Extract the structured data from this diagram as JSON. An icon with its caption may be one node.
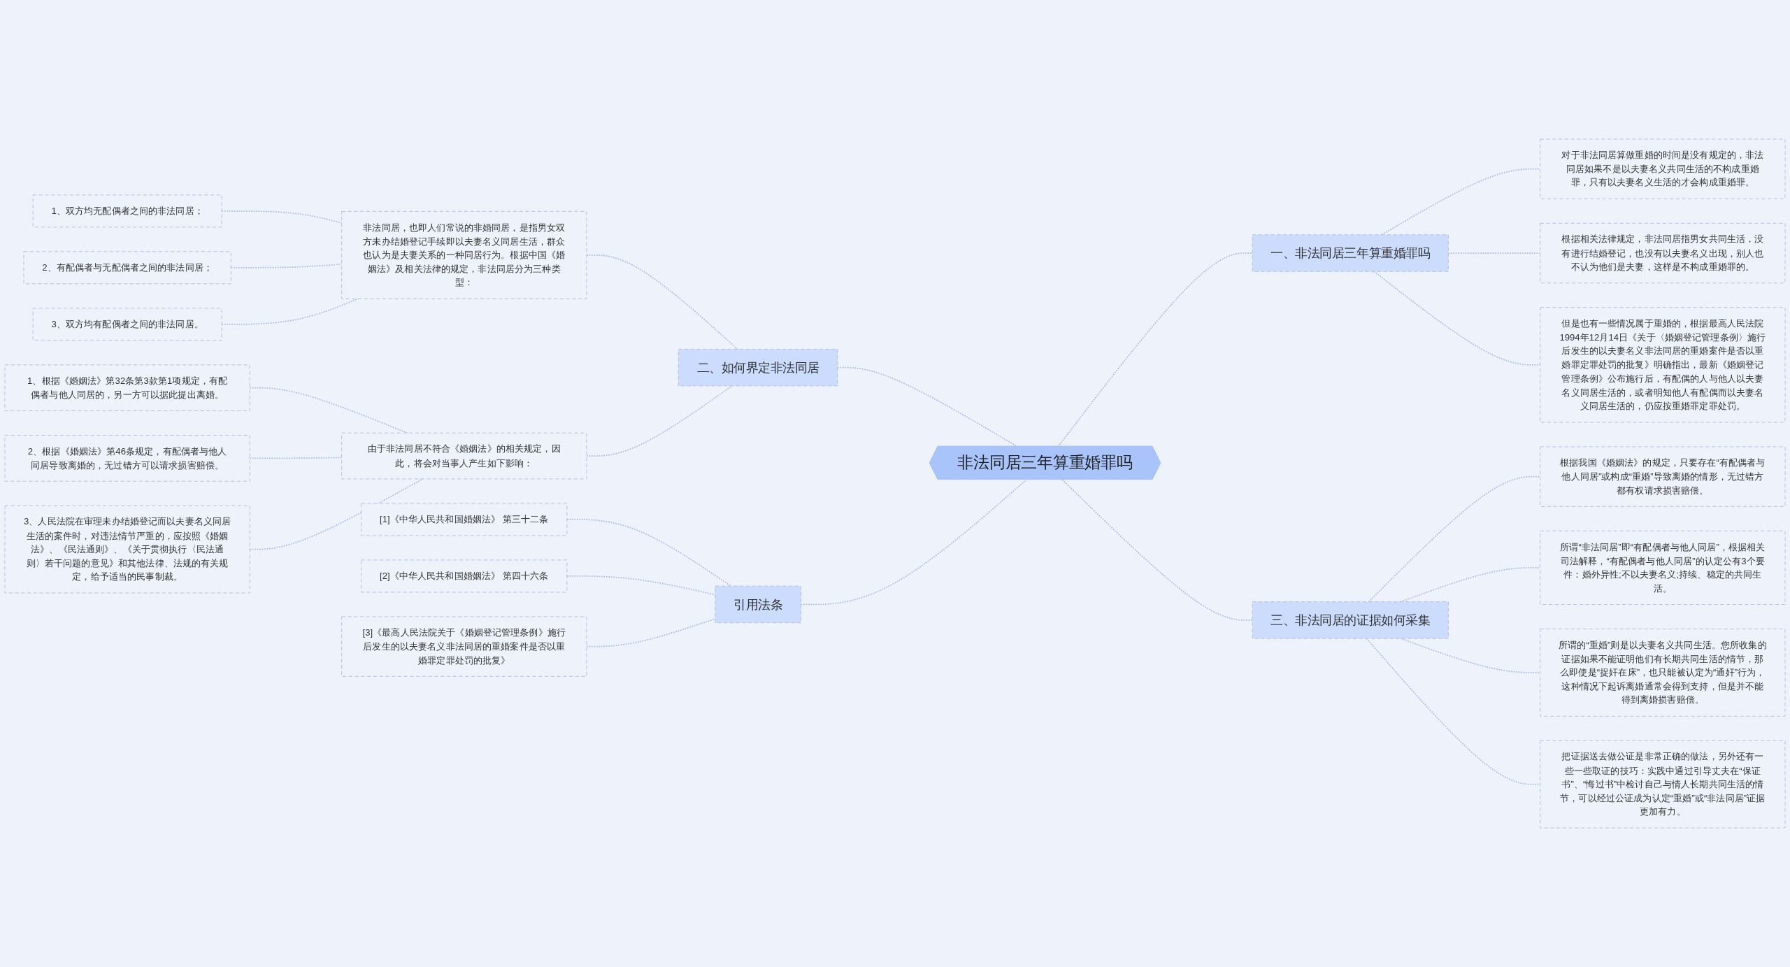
{
  "diagram": {
    "nodes": [
      {
        "text": [
          "非法同居三年算重婚罪吗"
        ]
      },
      {
        "text": [
          "二、如何界定非法同居"
        ]
      },
      {
        "text": [
          "非法同居，也即人们常说的非婚同居，是指男女双方未办结婚登记手续即以夫妻名义同居生活，群众也认为是夫妻关系的一种同居行为。根据中国《婚姻法》及相关法律的规定，非法同居分为三种类型："
        ]
      },
      {
        "text": [
          "1、双方均无配偶者之间的非法同居；"
        ]
      },
      {
        "text": [
          "2、有配偶者与无配偶者之间的非法同居；"
        ]
      },
      {
        "text": [
          "3、双方均有配偶者之间的非法同居。"
        ]
      },
      {
        "text": [
          "由于非法同居不符合《婚姻法》的相关规定，因此，将会对当事人产生如下影响："
        ]
      },
      {
        "text": [
          "1、根据《婚姻法》第32条第3款第1项规定，有配偶者与他人同居的，另一方可以据此提出离婚。"
        ]
      },
      {
        "text": [
          "2、根据《婚姻法》第46条规定，有配偶者与他人同居导致离婚的，无过错方可以请求损害赔偿。"
        ]
      },
      {
        "text": [
          "3、人民法院在审理未办结婚登记而以夫妻名义同居生活的案件时，对违法情节严重的，应按照《婚姻法》、《民法通则》、《关于贯彻执行〈民法通则〉若干问题的意见》和其他法律、法规的有关规定，给予适当的民事制裁。"
        ]
      },
      {
        "text": [
          "引用法条"
        ]
      },
      {
        "text": [
          "[1]《中华人民共和国婚姻法》 第三十二条"
        ]
      },
      {
        "text": [
          "[2]《中华人民共和国婚姻法》 第四十六条"
        ]
      },
      {
        "text": [
          "[3]《最高人民法院关于《婚姻登记管理条例》施行后发生的以夫妻名义非法同居的重婚案件是否以重婚罪定罪处罚的批复》"
        ]
      },
      {
        "text": [
          "一、非法同居三年算重婚罪吗"
        ]
      },
      {
        "text": [
          "对于非法同居算做重婚的时间是没有规定的，非法同居如果不是以夫妻名义共同生活的不构成重婚罪，只有以夫妻名义生活的才会构成重婚罪。"
        ]
      },
      {
        "text": [
          "根据相关法律规定，非法同居指男女共同生活，没有进行结婚登记，也没有以夫妻名义出现，别人也不认为他们是夫妻，这样是不构成重婚罪的。"
        ]
      },
      {
        "text": [
          "但是也有一些情况属于重婚的，根据最高人民法院1994年12月14日《关于〈婚姻登记管理条例〉施行后发生的以夫妻名义非法同居的重婚案件是否以重婚罪定罪处罚的批复》明确指出，最新《婚姻登记管理条例》公布施行后，有配偶的人与他人以夫妻名义同居生活的，或者明知他人有配偶而以夫妻名义同居生活的，仍应按重婚罪定罪处罚。"
        ]
      },
      {
        "text": [
          "三、非法同居的证据如何采集"
        ]
      },
      {
        "text": [
          "根据我国《婚姻法》的规定，只要存在“有配偶者与他人同居”或构成“重婚”导致离婚的情形，无过错方都有权请求损害赔偿。"
        ]
      },
      {
        "text": [
          "所谓“非法同居”即“有配偶者与他人同居”，根据相关司法解释，“有配偶者与他人同居”的认定公有3个要件：婚外异性;不以夫妻名义;持续、稳定的共同生活。"
        ]
      },
      {
        "text": [
          "所谓的“重婚”则是以夫妻名义共同生活。您所收集的证据如果不能证明他们有长期共同生活的情节，那么即使是“捉奸在床”，也只能被认定为“通奸”行为，这种情况下起诉离婚通常会得到支持，但是并不能得到离婚损害赔偿。"
        ]
      },
      {
        "text": [
          "把证据送去做公证是非常正确的做法，另外还有一些一些取证的技巧：实践中通过引导丈夫在“保证书”、“悔过书”中检讨自己与情人长期共同生活的情节，可以经过公证成为认定“重婚”或“非法同居”证据更加有力。"
        ]
      }
    ],
    "edges": [
      {
        "from": 0,
        "to": 1,
        "arrow": "none",
        "style": "dashed"
      },
      {
        "from": 1,
        "to": 2,
        "arrow": "none",
        "style": "dashed"
      },
      {
        "from": 2,
        "to": 3,
        "arrow": "none",
        "style": "dashed"
      },
      {
        "from": 2,
        "to": 4,
        "arrow": "none",
        "style": "dashed"
      },
      {
        "from": 2,
        "to": 5,
        "arrow": "none",
        "style": "dashed"
      },
      {
        "from": 1,
        "to": 6,
        "arrow": "none",
        "style": "dashed"
      },
      {
        "from": 6,
        "to": 7,
        "arrow": "none",
        "style": "dashed"
      },
      {
        "from": 6,
        "to": 8,
        "arrow": "none",
        "style": "dashed"
      },
      {
        "from": 6,
        "to": 9,
        "arrow": "none",
        "style": "dashed"
      },
      {
        "from": 0,
        "to": 10,
        "arrow": "none",
        "style": "dashed"
      },
      {
        "from": 10,
        "to": 11,
        "arrow": "none",
        "style": "dashed"
      },
      {
        "from": 10,
        "to": 12,
        "arrow": "none",
        "style": "dashed"
      },
      {
        "from": 10,
        "to": 13,
        "arrow": "none",
        "style": "dashed"
      },
      {
        "from": 0,
        "to": 14,
        "arrow": "none",
        "style": "dashed"
      },
      {
        "from": 14,
        "to": 15,
        "arrow": "none",
        "style": "dashed"
      },
      {
        "from": 14,
        "to": 16,
        "arrow": "none",
        "style": "dashed"
      },
      {
        "from": 14,
        "to": 17,
        "arrow": "none",
        "style": "dashed"
      },
      {
        "from": 0,
        "to": 18,
        "arrow": "none",
        "style": "dashed"
      },
      {
        "from": 18,
        "to": 19,
        "arrow": "none",
        "style": "dashed"
      },
      {
        "from": 18,
        "to": 20,
        "arrow": "none",
        "style": "dashed"
      },
      {
        "from": 18,
        "to": 21,
        "arrow": "none",
        "style": "dashed"
      },
      {
        "from": 18,
        "to": 22,
        "arrow": "none",
        "style": "dashed"
      }
    ]
  }
}
